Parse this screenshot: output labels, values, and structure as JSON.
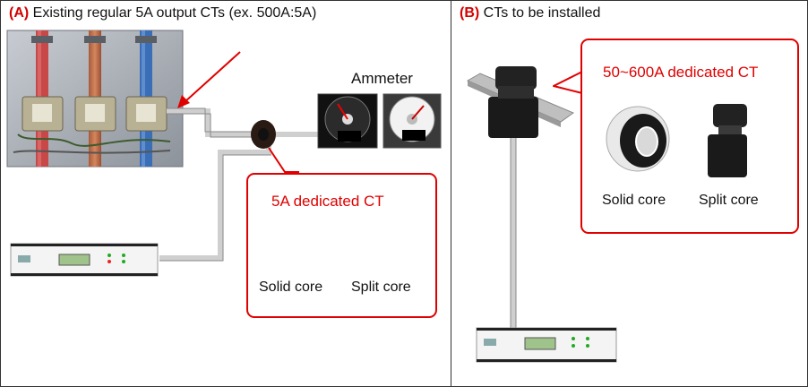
{
  "panel_a": {
    "tag": "(A)",
    "title": "Existing regular 5A output CTs (ex. 500A:5A)",
    "ammeter_label": "Ammeter",
    "callout_title": "5A dedicated CT",
    "solid_label": "Solid core",
    "split_label": "Split core"
  },
  "panel_b": {
    "tag": "(B)",
    "title": "CTs to be installed",
    "callout_title": "50~600A dedicated CT",
    "solid_label": "Solid core",
    "split_label": "Split core"
  },
  "colors": {
    "accent": "#e00000",
    "tag": "#d40000",
    "cable": "#cfcfcf"
  }
}
